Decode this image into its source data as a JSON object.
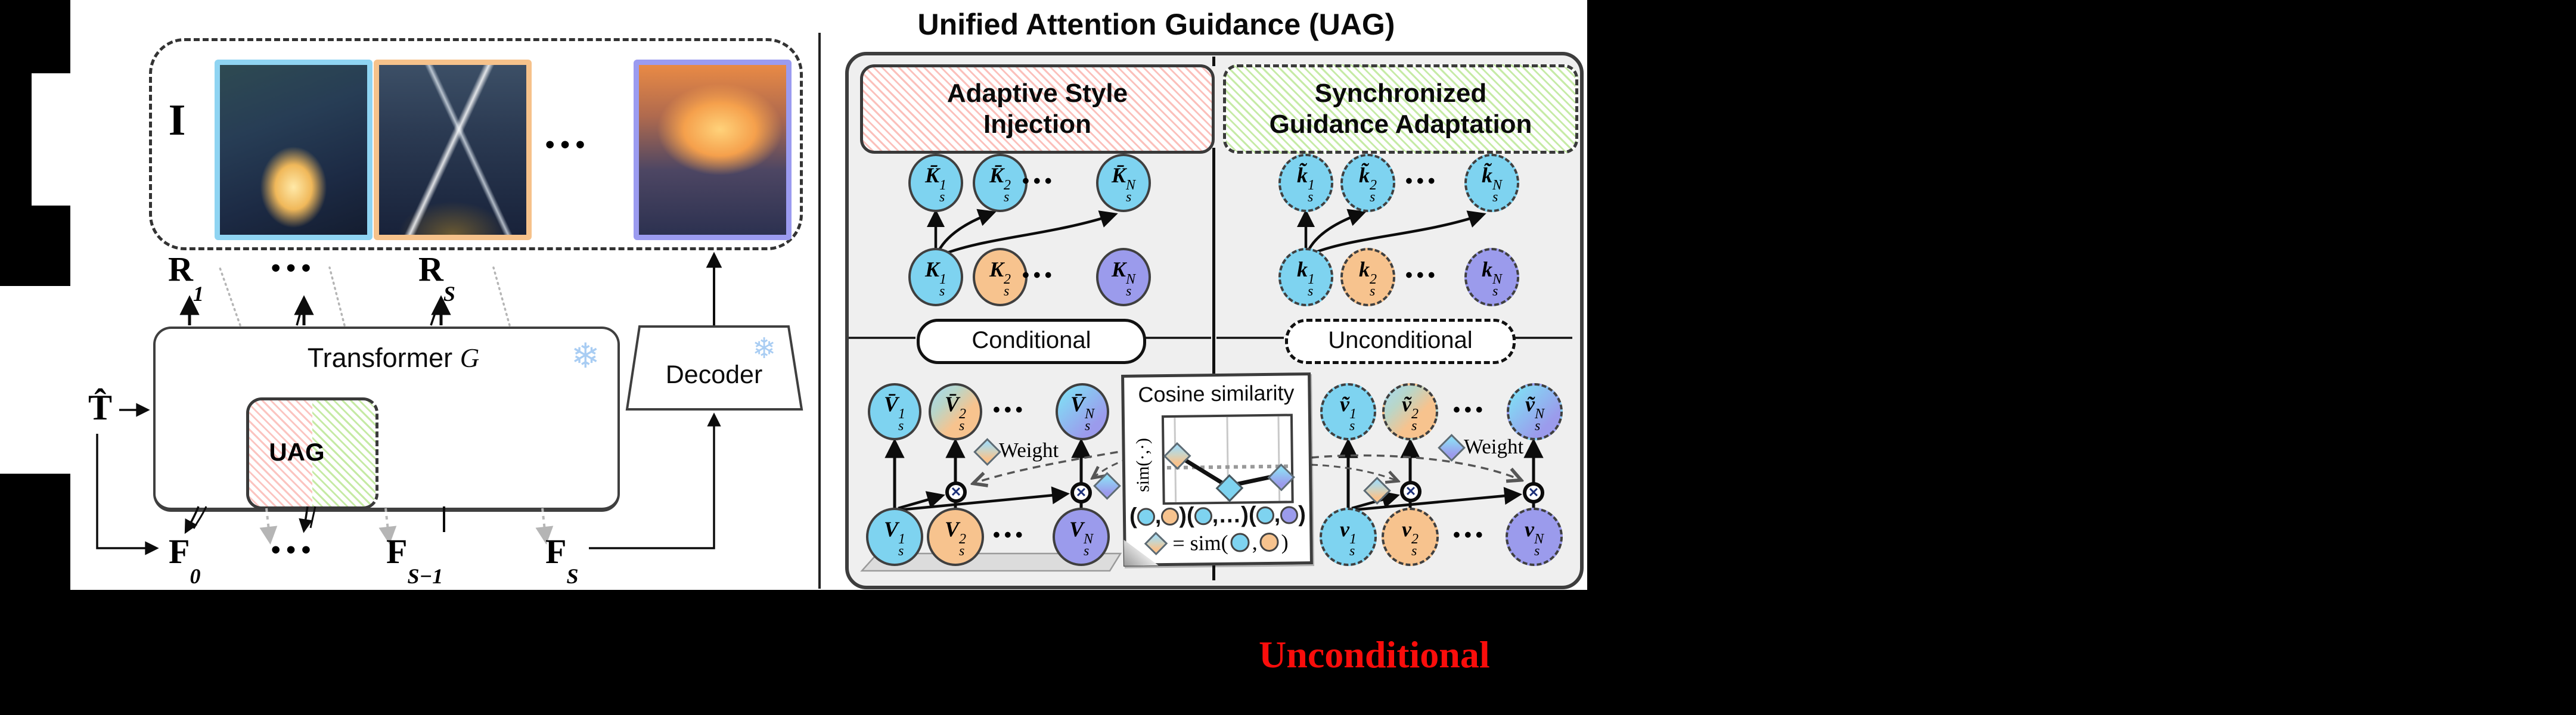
{
  "left": {
    "image_set_label": "I",
    "ellipsis": "•••",
    "images": [
      {
        "name": "wizard-orb",
        "border": "#8fd4f2"
      },
      {
        "name": "wizard-lightning",
        "border": "#f6c28b"
      },
      {
        "name": "wizard-griffin",
        "border": "#9b9bf0"
      }
    ],
    "r_labels": [
      {
        "base": "R",
        "sub": "1"
      },
      {
        "base": "R",
        "sub": "S"
      }
    ],
    "transformer_label": "Transformer",
    "transformer_symbol": "G",
    "uag_box_label": "UAG",
    "frozen_icon": "❄",
    "t_input": {
      "base": "T̂"
    },
    "f_labels": [
      {
        "base": "F",
        "sub": "0"
      },
      {
        "base": "F",
        "sub": "S−1"
      },
      {
        "base": "F",
        "sub": "S"
      }
    ],
    "decoder_label": "Decoder"
  },
  "uag": {
    "title": "Unified Attention Guidance (UAG)",
    "asi_header_line1": "Adaptive Style",
    "asi_header_line2": "Injection",
    "sga_header_line1": "Synchronized",
    "sga_header_line2": "Guidance Adaptation",
    "conditional_label": "Conditional",
    "unconditional_label": "Unconditional",
    "weight_label": "Weight",
    "ellipsis": "•••",
    "colors": {
      "blue": "#7ed3f0",
      "orange": "#f7c38e",
      "purple": "#9b9bec"
    },
    "rows": {
      "kbar": [
        {
          "base": "K̄",
          "sup": "1",
          "sub": "s",
          "color": "blue"
        },
        {
          "base": "K̄",
          "sup": "2",
          "sub": "s",
          "color": "blue"
        },
        {
          "base": "K̄",
          "sup": "N",
          "sub": "s",
          "color": "blue"
        }
      ],
      "k": [
        {
          "base": "K",
          "sup": "1",
          "sub": "s",
          "color": "blue"
        },
        {
          "base": "K",
          "sup": "2",
          "sub": "s",
          "color": "orange"
        },
        {
          "base": "K",
          "sup": "N",
          "sub": "s",
          "color": "purple"
        }
      ],
      "ktilde": [
        {
          "base": "k̃",
          "sup": "1",
          "sub": "s",
          "color": "blue"
        },
        {
          "base": "k̃",
          "sup": "2",
          "sub": "s",
          "color": "blue"
        },
        {
          "base": "k̃",
          "sup": "N",
          "sub": "s",
          "color": "blue"
        }
      ],
      "klower": [
        {
          "base": "k",
          "sup": "1",
          "sub": "s",
          "color": "blue"
        },
        {
          "base": "k",
          "sup": "2",
          "sub": "s",
          "color": "orange"
        },
        {
          "base": "k",
          "sup": "N",
          "sub": "s",
          "color": "purple"
        }
      ],
      "vbar": [
        {
          "base": "V̄",
          "sup": "1",
          "sub": "s",
          "color": "blue"
        },
        {
          "base": "V̄",
          "sup": "2",
          "sub": "s",
          "color": "orange-blue"
        },
        {
          "base": "V̄",
          "sup": "N",
          "sub": "s",
          "color": "blue-purple"
        }
      ],
      "v": [
        {
          "base": "V",
          "sup": "1",
          "sub": "s",
          "color": "blue"
        },
        {
          "base": "V",
          "sup": "2",
          "sub": "s",
          "color": "orange"
        },
        {
          "base": "V",
          "sup": "N",
          "sub": "s",
          "color": "purple"
        }
      ],
      "vtilde": [
        {
          "base": "ṽ",
          "sup": "1",
          "sub": "s",
          "color": "blue"
        },
        {
          "base": "ṽ",
          "sup": "2",
          "sub": "s",
          "color": "orange-blue"
        },
        {
          "base": "ṽ",
          "sup": "N",
          "sub": "s",
          "color": "blue-purple"
        }
      ],
      "vlower": [
        {
          "base": "v",
          "sup": "1",
          "sub": "s",
          "color": "blue"
        },
        {
          "base": "v",
          "sup": "2",
          "sub": "s",
          "color": "orange"
        },
        {
          "base": "v",
          "sup": "N",
          "sub": "s",
          "color": "purple"
        }
      ]
    },
    "cosine": {
      "title": "Cosine similarity",
      "ylabel": "sim(·,·)",
      "points_norm": [
        [
          0,
          0.62
        ],
        [
          0.5,
          0.11
        ],
        [
          1,
          0.27
        ]
      ],
      "point_styles": [
        "orange-blue",
        "blue",
        "blue-purple"
      ],
      "legend_pairs": [
        {
          "a": "blue",
          "b": "orange"
        },
        {
          "a": "blue",
          "b": "dots"
        },
        {
          "a": "blue",
          "b": "purple"
        }
      ],
      "pair_open": "(",
      "pair_comma": ",",
      "pair_close": ")",
      "pair_dots": "…",
      "note_eq": "= sim(",
      "note_comma": ",",
      "note_close": ")"
    }
  },
  "caption": {
    "text": "Unconditional",
    "color": "#fa0d0b"
  }
}
